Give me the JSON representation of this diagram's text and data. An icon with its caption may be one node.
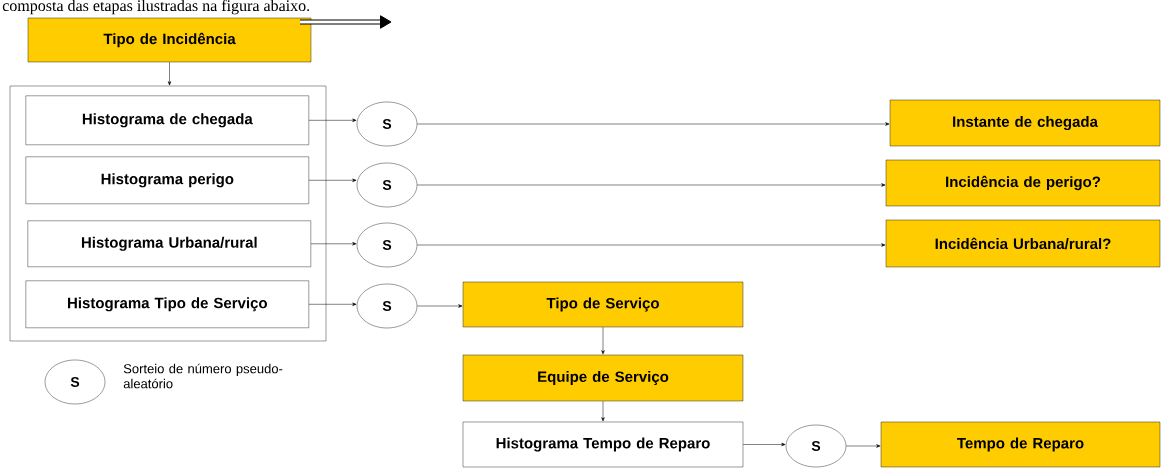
{
  "diagram": {
    "nodes": [
      {
        "text": [
          "Tipo de Incidência"
        ]
      },
      {
        "text": [],
        "shape": "box"
      },
      {
        "text": [
          "Histograma de chegada"
        ],
        "in": 1
      },
      {
        "text": [
          "Histograma perigo"
        ],
        "in": 1
      },
      {
        "text": [
          "Histograma Urbana/rural"
        ],
        "in": 1
      },
      {
        "text": [
          "Histograma Tipo de Serviço"
        ],
        "in": 1
      },
      {
        "text": [
          "S"
        ]
      },
      {
        "text": [
          "S"
        ]
      },
      {
        "text": [
          "S"
        ]
      },
      {
        "text": [
          "S"
        ]
      },
      {
        "text": [
          "Instante de chegada"
        ]
      },
      {
        "text": [
          "Incidência de perigo?"
        ]
      },
      {
        "text": [
          "Incidência Urbana/rural?"
        ]
      },
      {
        "text": [
          "Tipo de Serviço"
        ]
      },
      {
        "text": [
          "Equipe de Serviço"
        ]
      },
      {
        "text": [
          "Histograma Tempo de Reparo"
        ]
      },
      {
        "text": [
          "S"
        ]
      },
      {
        "text": [
          "Tempo de Reparo"
        ]
      }
    ],
    "edges": [
      {
        "from": 0,
        "to": 1,
        "arrow": "to"
      },
      {
        "from": 2,
        "to": 6,
        "arrow": "to"
      },
      {
        "from": 3,
        "to": 7,
        "arrow": "to"
      },
      {
        "from": 4,
        "to": 8,
        "arrow": "to"
      },
      {
        "from": 5,
        "to": 9,
        "arrow": "to"
      },
      {
        "from": 6,
        "to": 10,
        "arrow": "to"
      },
      {
        "from": 7,
        "to": 11,
        "arrow": "to"
      },
      {
        "from": 8,
        "to": 12,
        "arrow": "to"
      },
      {
        "from": 9,
        "to": 13,
        "arrow": "to"
      },
      {
        "from": 13,
        "to": 14,
        "arrow": "to"
      },
      {
        "from": 14,
        "to": 15,
        "arrow": "to"
      },
      {
        "from": 15,
        "to": 16,
        "arrow": "to"
      },
      {
        "from": 16,
        "to": 17,
        "arrow": "to"
      }
    ],
    "labels": [
      "composta das etapas ilustradas na figura abaixo.",
      "S"
    ],
    "legend": [
      {
        "text": "Sorteio de número pseudo-aleatório"
      }
    ]
  }
}
